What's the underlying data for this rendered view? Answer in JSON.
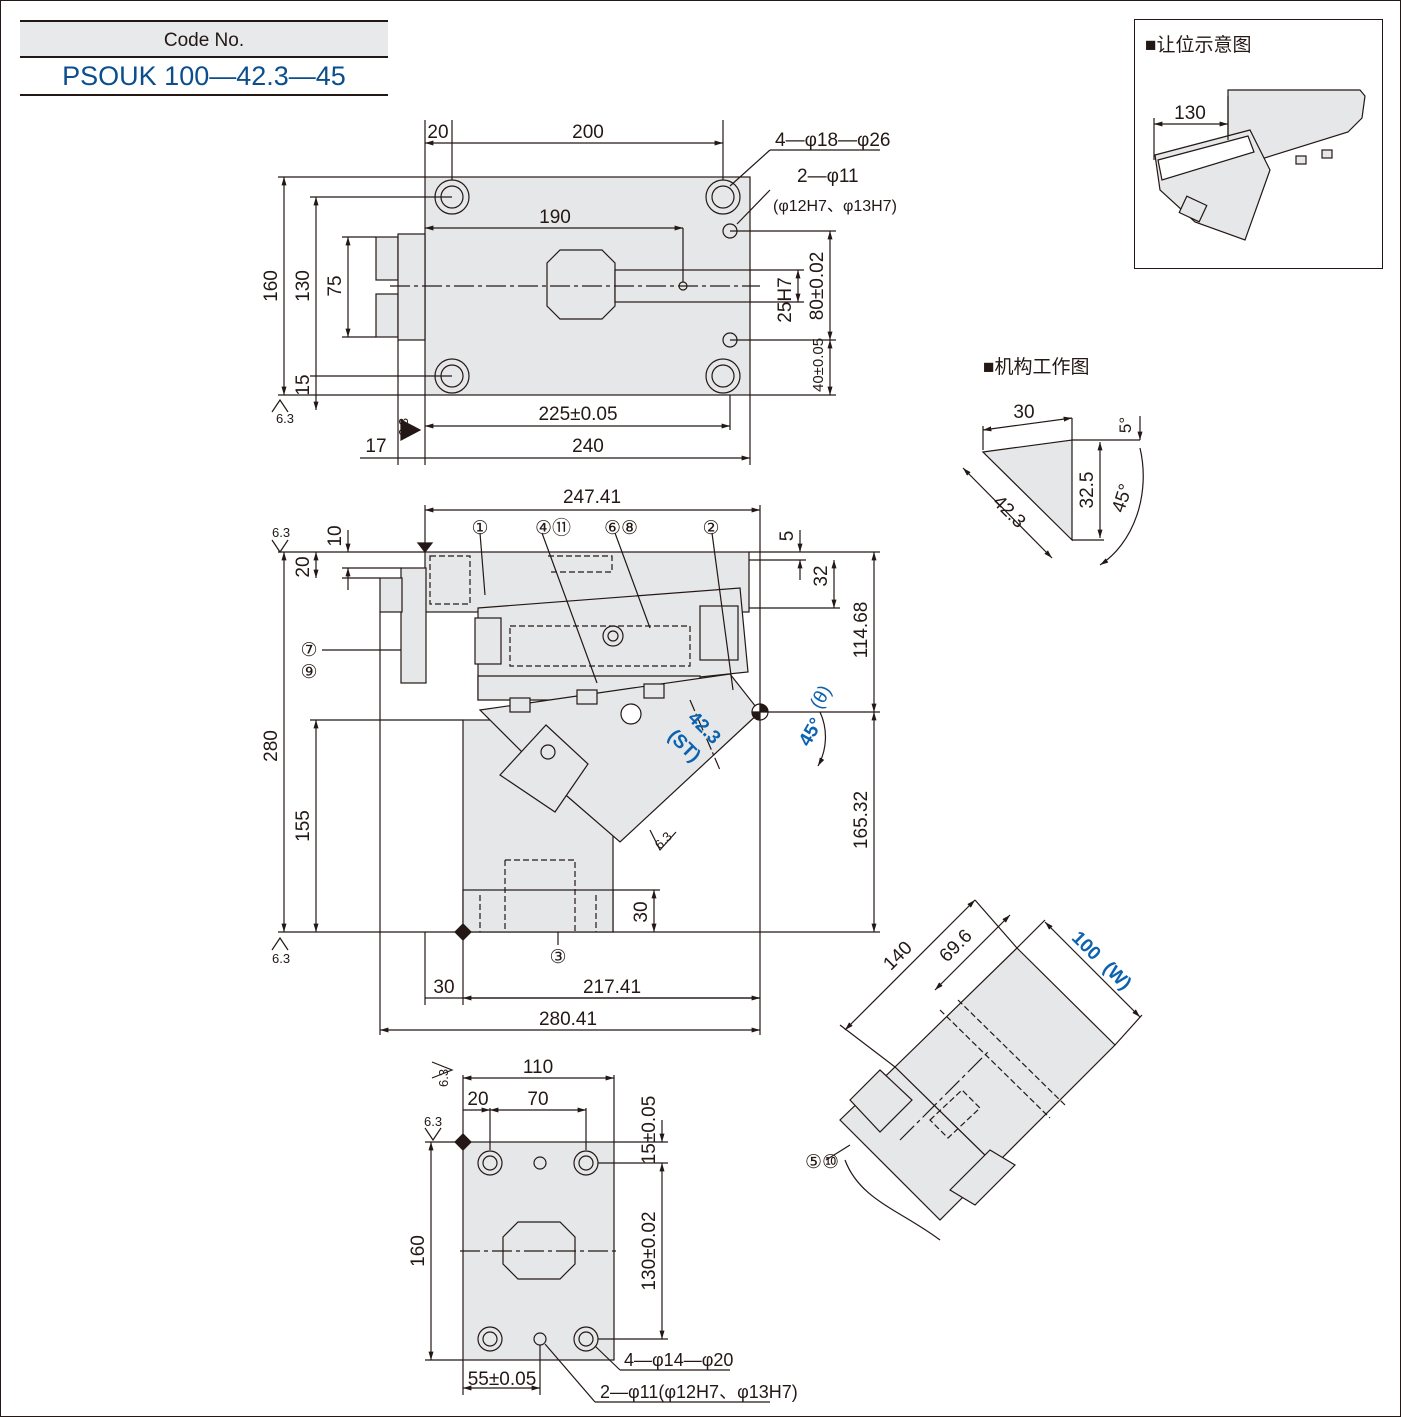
{
  "code_box": {
    "label": "Code No.",
    "value": "PSOUK 100—42.3—45"
  },
  "inset": {
    "title": "■让位示意图",
    "dim": "130"
  },
  "mechanism": {
    "title": "■机构工作图",
    "dims": {
      "top": "30",
      "angle_small": "5°",
      "height": "32.5",
      "diagonal": "42.3",
      "angle": "45°"
    }
  },
  "top_view": {
    "dims": {
      "d20": "20",
      "d200": "200",
      "d190": "190",
      "d160": "160",
      "d130": "130",
      "d75": "75",
      "d15": "15",
      "d225": "225±0.05",
      "d240": "240",
      "d17": "17",
      "d25h7": "25H7",
      "d80": "80±0.02",
      "d40": "40±0.05"
    },
    "holes": {
      "h1": "4—φ18—φ26",
      "h2": "2—φ11",
      "h3": "(φ12H7、φ13H7)"
    },
    "roughness_1": "6.3",
    "roughness_2": "6.3"
  },
  "front_view": {
    "dims": {
      "d247": "247.41",
      "d10": "10",
      "d5": "5",
      "d20": "20",
      "d32": "32",
      "d114": "114.68",
      "d280": "280",
      "d155": "155",
      "d165": "165.32",
      "d30v": "30",
      "d30h": "30",
      "d217": "217.41",
      "d280h": "280.41"
    },
    "parts": {
      "p1": "①",
      "p411": "④⑪",
      "p68": "⑥⑧",
      "p2": "②",
      "p7": "⑦",
      "p9": "⑨",
      "p3": "③"
    },
    "stroke": {
      "value": "42.3",
      "label": "(ST)"
    },
    "angle": {
      "value": "45°",
      "label": "(θ)"
    },
    "roughness_1": "6.3",
    "roughness_2": "6.3",
    "roughness_3": "6.3"
  },
  "bottom_view": {
    "dims": {
      "d110": "110",
      "d20": "20",
      "d70": "70",
      "d15": "15±0.05",
      "d160": "160",
      "d130": "130±0.02",
      "d55": "55±0.05"
    },
    "holes": {
      "h1": "4—φ14—φ20",
      "h2": "2—φ11(φ12H7、φ13H7)"
    },
    "roughness_1": "6.3",
    "roughness_2": "6.3"
  },
  "iso_view": {
    "dims": {
      "d140": "140",
      "d69": "69.6",
      "d100": "100",
      "d100w": "(W)"
    },
    "parts": {
      "p510": "⑤⑩"
    }
  },
  "colors": {
    "line": "#231815",
    "fill": "#e6e7e8",
    "accent": "#0b62b0",
    "code": "#0b4e8e"
  }
}
